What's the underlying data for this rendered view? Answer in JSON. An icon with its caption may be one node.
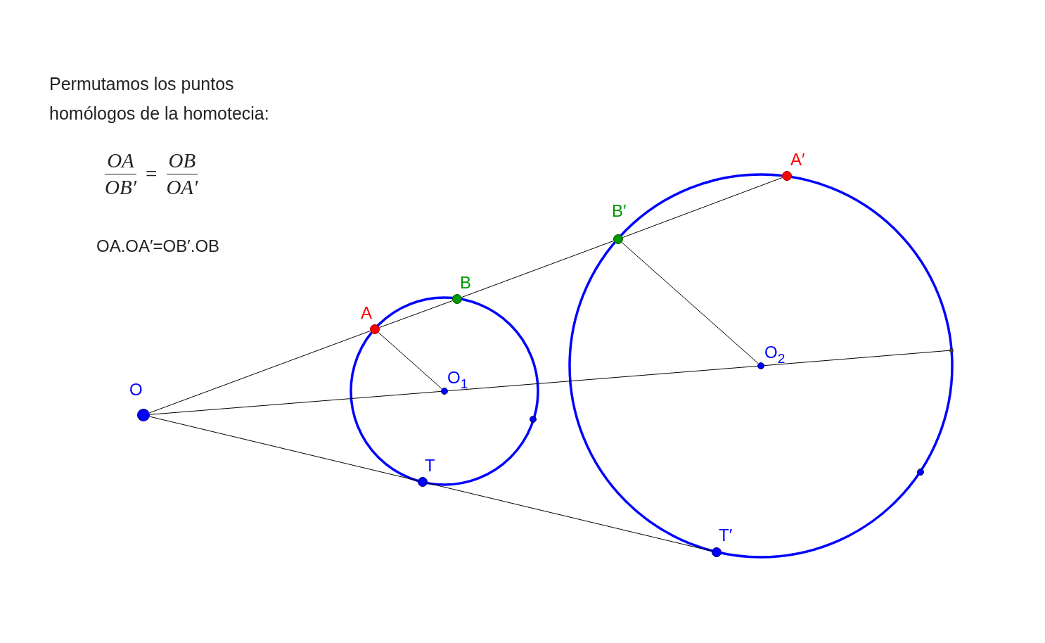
{
  "diagram": {
    "nodes": [
      {
        "text": [],
        "shape": "circle",
        "beside": [
          "O"
        ]
      },
      {
        "text": [],
        "shape": "circle",
        "beside": [
          "A"
        ]
      },
      {
        "text": [],
        "shape": "circle",
        "beside": [
          "B"
        ]
      },
      {
        "text": [],
        "shape": "circle",
        "beside": [
          "O$_{1}$"
        ]
      },
      {
        "text": [],
        "shape": "circle",
        "beside": [
          "T"
        ]
      },
      {
        "text": [],
        "shape": "circle"
      },
      {
        "text": [],
        "shape": "circle",
        "beside": [
          "B′"
        ]
      },
      {
        "text": [],
        "shape": "circle",
        "beside": [
          "O$_{2}$"
        ]
      },
      {
        "text": [],
        "shape": "circle",
        "beside": [
          "T′"
        ]
      },
      {
        "text": [],
        "shape": "circle",
        "beside": [
          "A′"
        ]
      },
      {
        "text": [],
        "shape": "circle"
      },
      {
        "text": [],
        "shape": "circle"
      }
    ],
    "edges": [
      {
        "from": 0,
        "to": 1,
        "arrow": "none"
      },
      {
        "from": 1,
        "to": 2,
        "arrow": "none"
      },
      {
        "from": 2,
        "to": 6,
        "arrow": "none"
      },
      {
        "from": 6,
        "to": 9,
        "arrow": "none"
      },
      {
        "from": 0,
        "to": 3,
        "arrow": "none"
      },
      {
        "from": 3,
        "to": 7,
        "arrow": "none"
      },
      {
        "from": 7,
        "to": 11,
        "arrow": "none"
      },
      {
        "from": 0,
        "to": 4,
        "arrow": "none"
      },
      {
        "from": 4,
        "to": 8,
        "arrow": "none"
      },
      {
        "from": 1,
        "to": 3,
        "arrow": "none"
      },
      {
        "from": 6,
        "to": 7,
        "arrow": "none"
      }
    ],
    "labels": [
      "Permutamos los puntos homólogos de la homotecia:",
      "OA",
      "OB′",
      "=",
      "OB",
      "OA′",
      "OA.OA′=OB′.OB"
    ]
  }
}
